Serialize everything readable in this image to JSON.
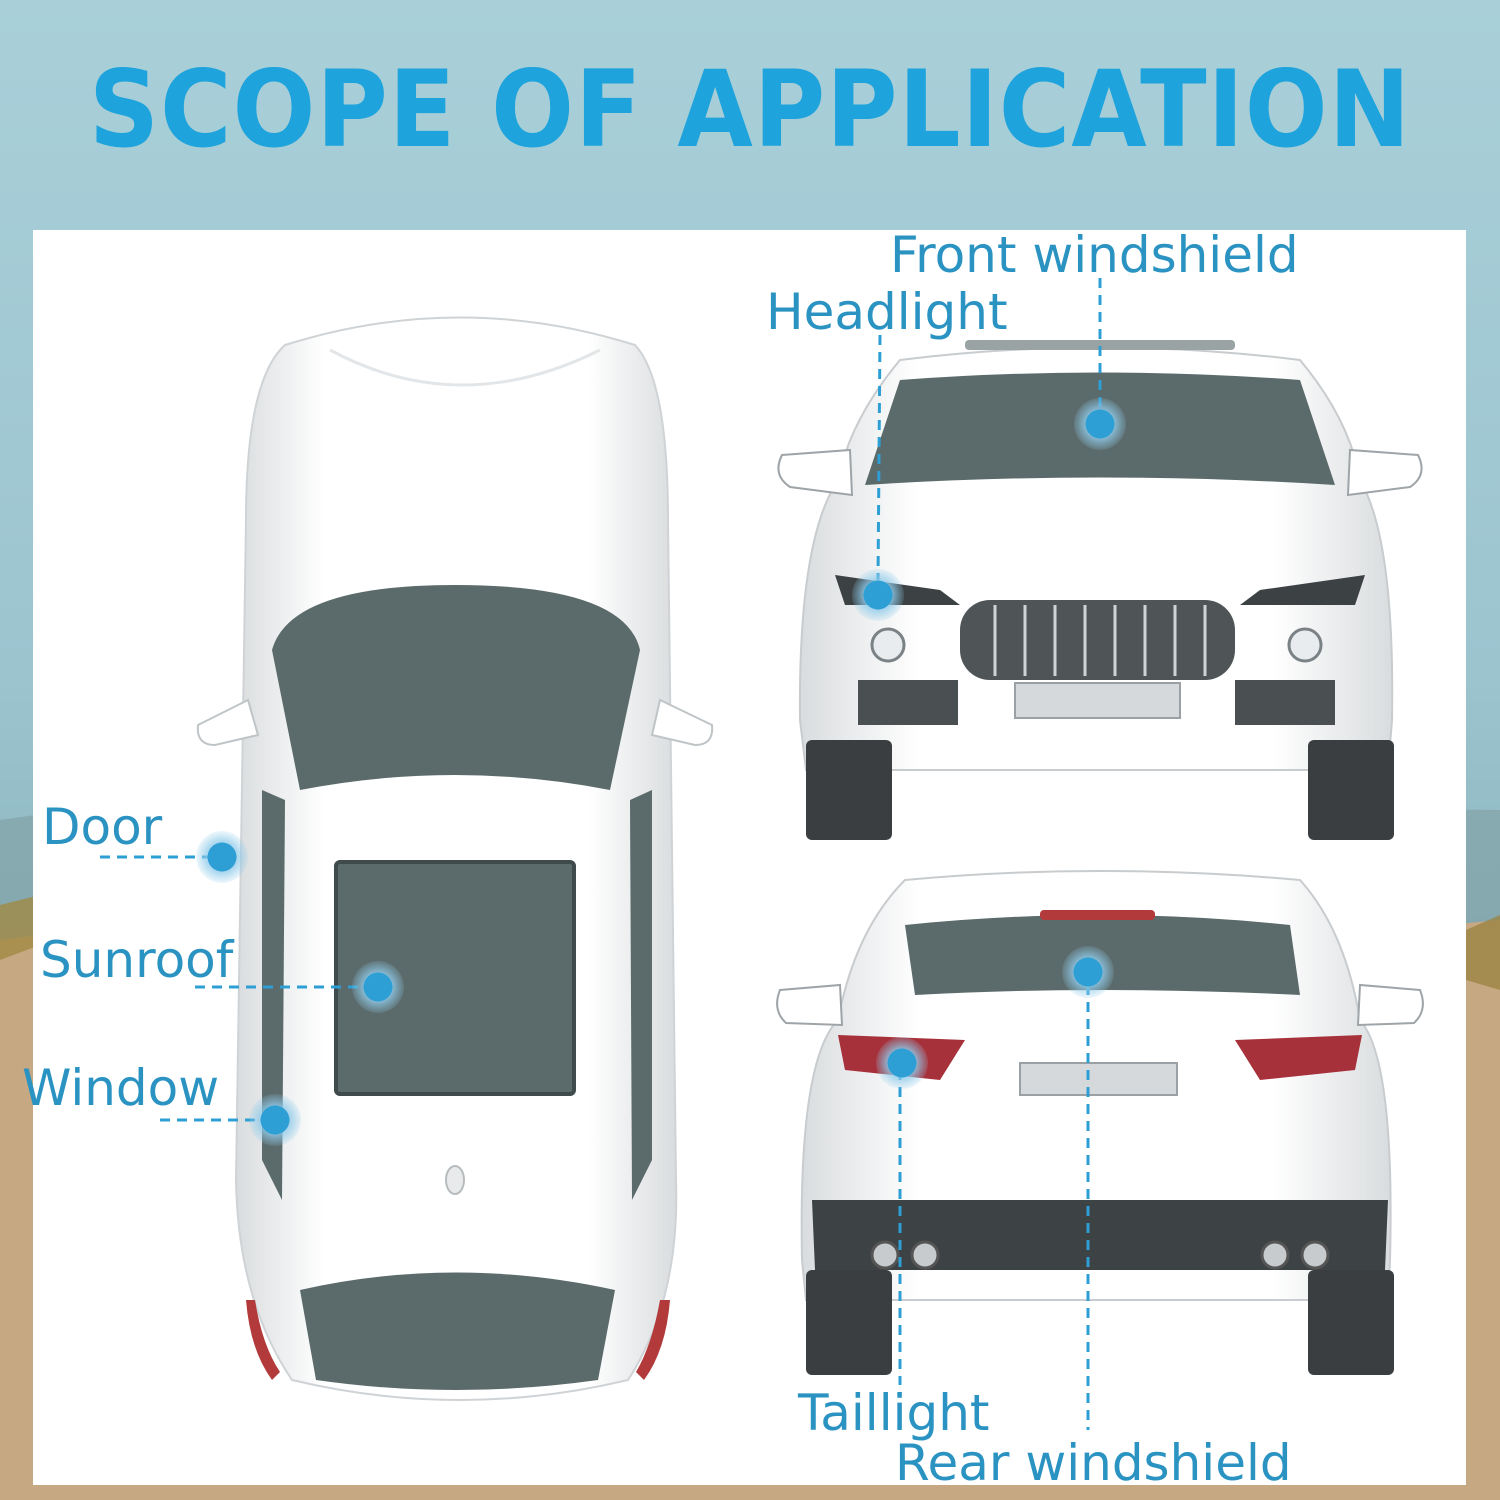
{
  "title": "SCOPE OF APPLICATION",
  "labels": {
    "front_windshield": "Front windshield",
    "headlight": "Headlight",
    "door": "Door",
    "sunroof": "Sunroof",
    "window": "Window",
    "taillight": "Taillight",
    "rear_windshield": "Rear windshield"
  },
  "colors": {
    "title": "#1ea3dc",
    "label": "#2a93c2",
    "marker": "#2d9fd5",
    "glass": "#5b6a6a",
    "panel": "#ffffff",
    "sky_top": "#a9cfd8",
    "ground": "#c9ab88"
  }
}
